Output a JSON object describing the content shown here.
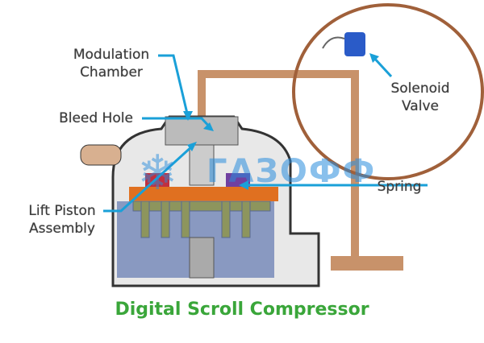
{
  "labels": {
    "modulation_chamber": [
      "Modulation",
      "Chamber"
    ],
    "bleed_hole": "Bleed Hole",
    "lift_piston": [
      "Lift Piston",
      "Assembly"
    ],
    "solenoid_valve": [
      "Solenoid",
      "Valve"
    ],
    "spring": "Spring"
  },
  "title": "Digital Scroll Compressor",
  "watermark": "ГАЗОФФ",
  "colors": {
    "pointer": "#1aa0d8",
    "circle": "#a0603a",
    "title": "#3aa63a",
    "pipe": "#c8926a"
  }
}
